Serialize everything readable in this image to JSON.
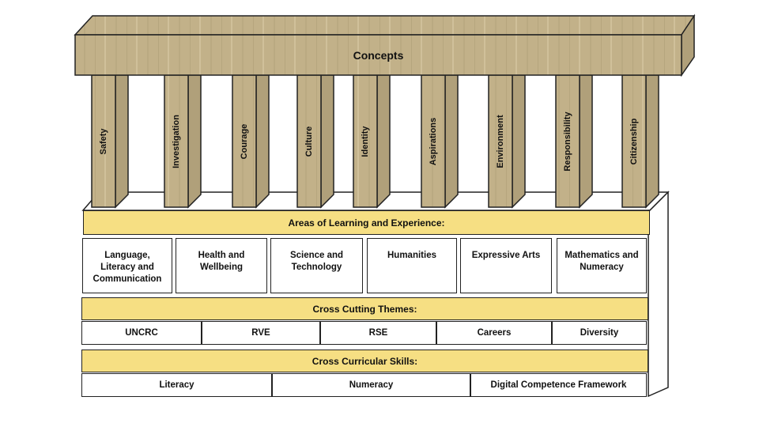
{
  "roof": {
    "title": "Concepts"
  },
  "pillars": [
    "Safety",
    "Investigation",
    "Courage",
    "Culture",
    "Identity",
    "Aspirations",
    "Environment",
    "Responsibility",
    "Citizenship"
  ],
  "areas": {
    "title": "Areas of Learning and Experience:",
    "items": [
      "Language, Literacy and Communication",
      "Health and Wellbeing",
      "Science and Technology",
      "Humanities",
      "Expressive Arts",
      "Mathematics and Numeracy"
    ]
  },
  "themes": {
    "title": "Cross Cutting Themes:",
    "items": [
      "UNCRC",
      "RVE",
      "RSE",
      "Careers",
      "Diversity"
    ]
  },
  "skills": {
    "title": "Cross Curricular Skills:",
    "items": [
      "Literacy",
      "Numeracy",
      "Digital Competence Framework"
    ]
  },
  "colors": {
    "wood": "#c2b189",
    "wood_dark": "#a99a72",
    "yellow": "#f6df83"
  }
}
